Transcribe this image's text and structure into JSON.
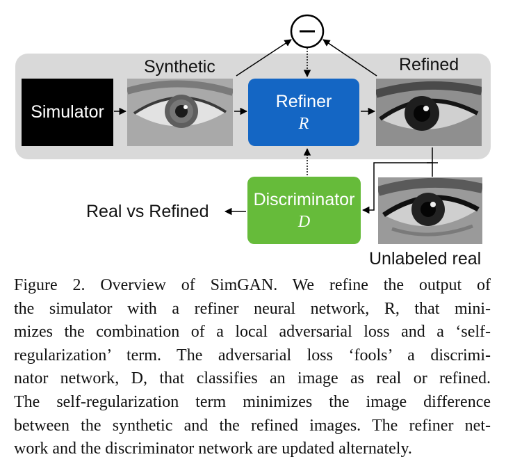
{
  "figure": {
    "labels": {
      "synthetic": "Synthetic",
      "refined": "Refined",
      "unlabeled_real": "Unlabeled real",
      "real_vs_refined": "Real vs Refined"
    },
    "boxes": {
      "simulator": "Simulator",
      "refiner": "Refiner",
      "refiner_symbol": "R",
      "discriminator": "Discriminator",
      "discriminator_symbol": "D"
    },
    "colors": {
      "panel": "#d9d9d9",
      "simulator": "#000000",
      "refiner": "#1466c4",
      "discriminator": "#66bb3a"
    },
    "icons": [
      "minus-icon",
      "arrow-icon"
    ]
  },
  "caption": {
    "lines": [
      "Figure 2. Overview of SimGAN. We refine the output of",
      "the simulator with a refiner neural network, R, that mini-",
      "mizes the combination of a local adversarial loss and a ‘self-",
      "regularization’ term.  The adversarial loss ‘fools’ a discrimi-",
      "nator network, D, that classifies an image as real or refined.",
      "The self-regularization term minimizes the image difference",
      "between the synthetic and the refined images. The refiner net-",
      "work and the discriminator network are updated alternately."
    ]
  }
}
